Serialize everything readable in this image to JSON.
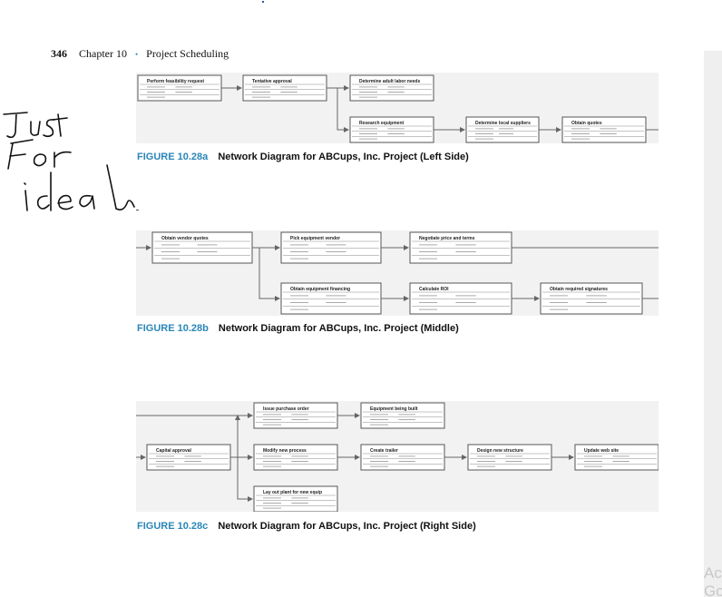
{
  "header": {
    "page_number": "346",
    "chapter": "Chapter 10",
    "separator": "•",
    "section": "Project Scheduling"
  },
  "annotation": {
    "lines": [
      "Just",
      "For",
      "ideal"
    ]
  },
  "watermark": {
    "line1": "Ac",
    "line2": "Go"
  },
  "figures": [
    {
      "id": "left",
      "number": "FIGURE 10.28a",
      "title": "Network Diagram for ABCups, Inc. Project (Left Side)",
      "nodes": [
        {
          "name": "Perform feasibility request"
        },
        {
          "name": "Tentative approval"
        },
        {
          "name": "Determine adult labor needs"
        },
        {
          "name": "Research equipment"
        },
        {
          "name": "Determine local suppliers"
        },
        {
          "name": "Obtain quotes"
        }
      ]
    },
    {
      "id": "middle",
      "number": "FIGURE 10.28b",
      "title": "Network Diagram for ABCups, Inc. Project (Middle)",
      "nodes": [
        {
          "name": "Obtain vendor quotes"
        },
        {
          "name": "Pick equipment vendor"
        },
        {
          "name": "Negotiate price and terms"
        },
        {
          "name": "Obtain equipment financing"
        },
        {
          "name": "Calculate ROI"
        },
        {
          "name": "Obtain required signatures"
        }
      ]
    },
    {
      "id": "right",
      "number": "FIGURE 10.28c",
      "title": "Network Diagram for ABCups, Inc. Project (Right Side)",
      "nodes": [
        {
          "name": "Issue purchase order"
        },
        {
          "name": "Equipment being built"
        },
        {
          "name": "Capital approval"
        },
        {
          "name": "Modify new process"
        },
        {
          "name": "Create trailer"
        },
        {
          "name": "Design new structure"
        },
        {
          "name": "Update web site"
        },
        {
          "name": "Lay out plant for new equip"
        }
      ]
    }
  ]
}
